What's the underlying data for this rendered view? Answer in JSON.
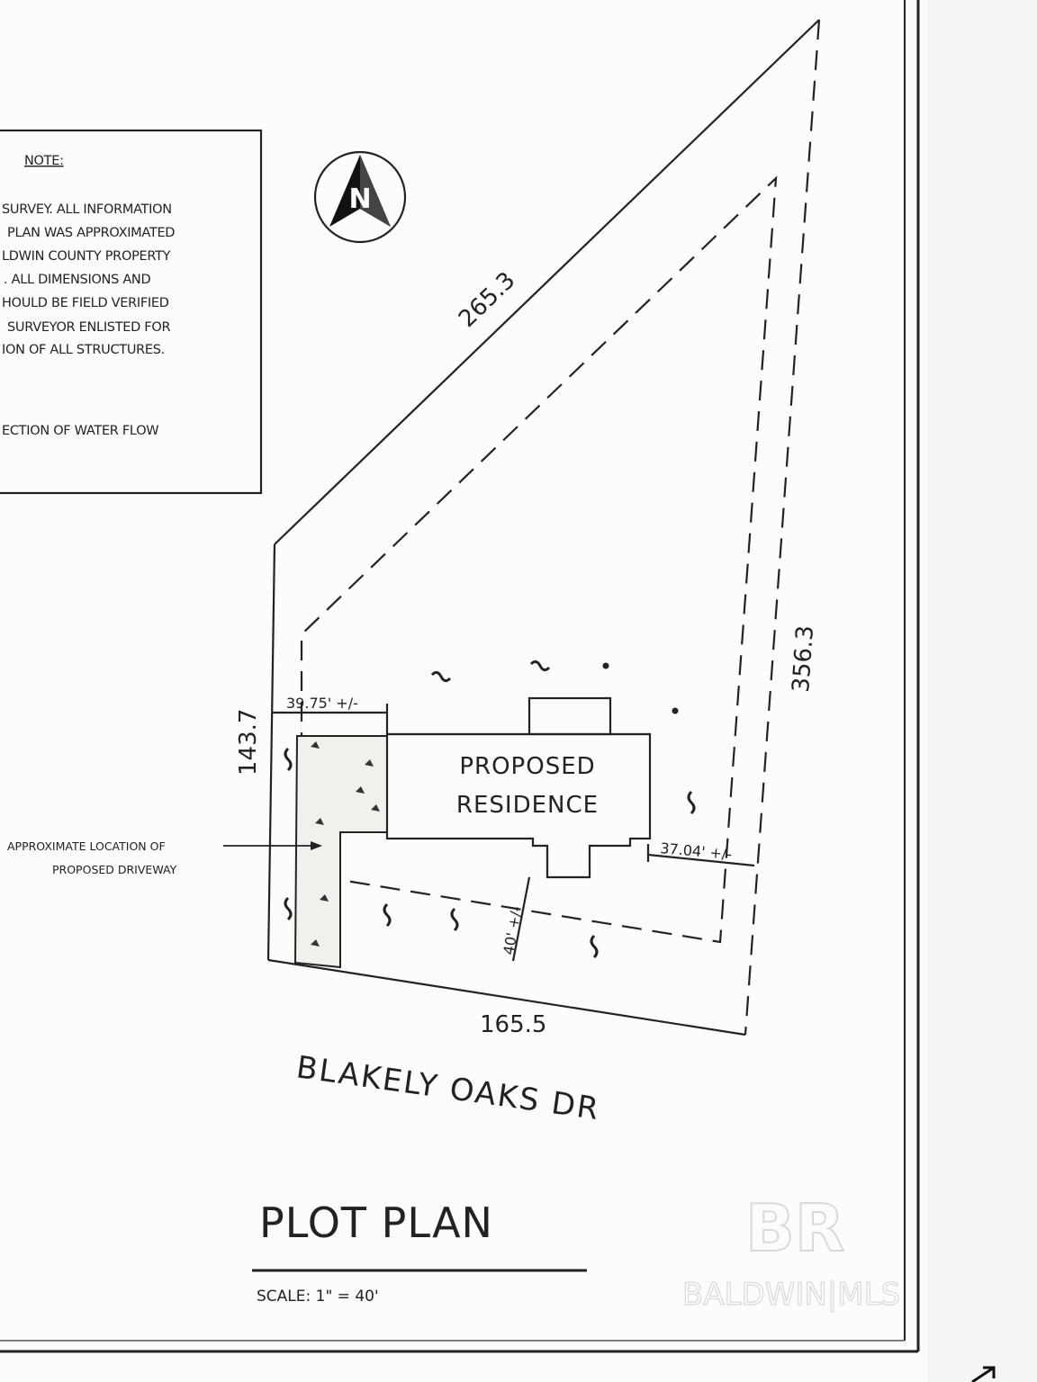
{
  "note": {
    "heading": "NOTE:",
    "lines": [
      "SURVEY. ALL INFORMATION",
      "PLAN WAS APPROXIMATED",
      "LDWIN COUNTY PROPERTY",
      ". ALL DIMENSIONS AND",
      "HOULD BE FIELD VERIFIED",
      "SURVEYOR ENLISTED FOR",
      "ION OF ALL STRUCTURES."
    ],
    "water_flow": "ECTION OF WATER FLOW"
  },
  "north_arrow": {
    "label": "N"
  },
  "dimensions": {
    "top": "265.3",
    "right": "356.3",
    "left": "143.7",
    "bottom": "165.5",
    "left_setback": "39.75' +/-",
    "right_setback": "37.04' +/-",
    "front_setback": "40' +/-"
  },
  "house_label": [
    "PROPOSED",
    "RESIDENCE"
  ],
  "driveway_label": [
    "APPROXIMATE LOCATION OF",
    "PROPOSED DRIVEWAY"
  ],
  "street": "BLAKELY OAKS DR",
  "title": "PLOT PLAN",
  "scale": "SCALE:  1\" = 40'",
  "watermark": {
    "logo": "BR",
    "text": "BALDWIN|MLS"
  }
}
